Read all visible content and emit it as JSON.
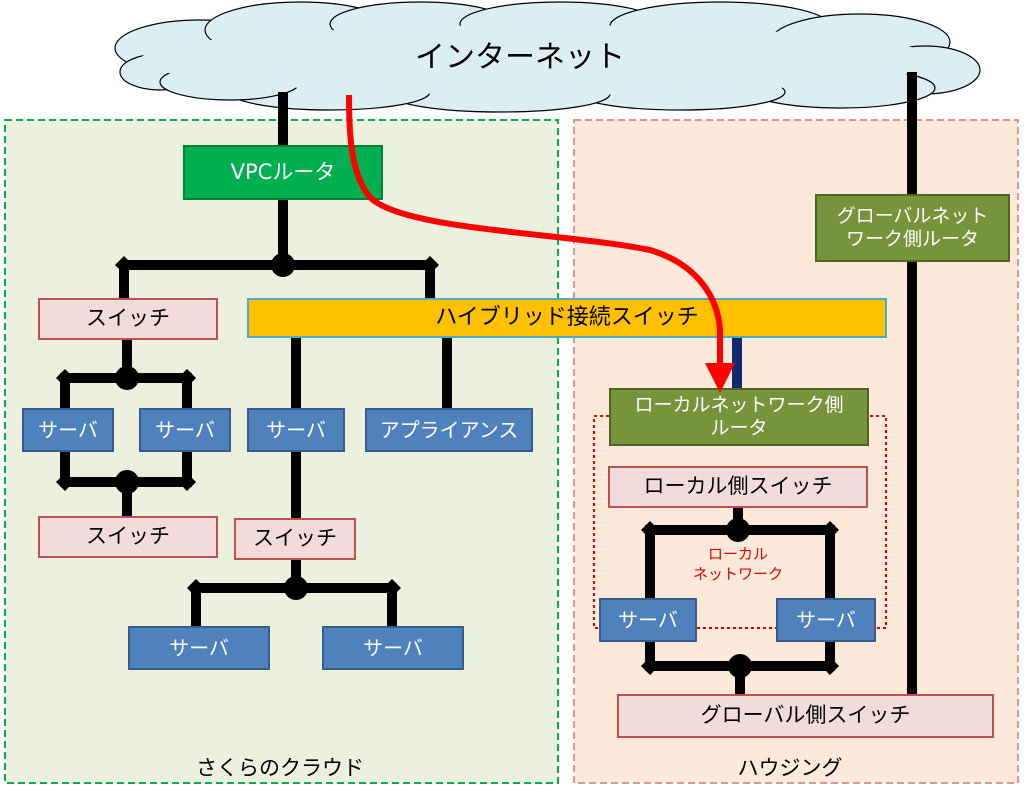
{
  "internet": {
    "label": "インターネット"
  },
  "regions": {
    "sakura": {
      "label": "さくらのクラウド"
    },
    "housing": {
      "label": "ハウジング"
    }
  },
  "sakura": {
    "vpc_router": "VPCルータ",
    "hybrid_switch": "ハイブリッド接続スイッチ",
    "switch_top": "スイッチ",
    "switch_bottom": "スイッチ",
    "switch_mid": "スイッチ",
    "server_left_1": "サーバ",
    "server_left_2": "サーバ",
    "server_mid": "サーバ",
    "appliance": "アプライアンス",
    "server_bottom_1": "サーバ",
    "server_bottom_2": "サーバ"
  },
  "housing": {
    "global_router": "グローバルネットワーク側ルータ",
    "global_router_lines": [
      "グローバルネット",
      "ワーク側ルータ"
    ],
    "local_router_lines": [
      "ローカルネットワーク側",
      "ルータ"
    ],
    "local_switch": "ローカル側スイッチ",
    "local_network_lines": [
      "ローカル",
      "ネットワーク"
    ],
    "server_1": "サーバ",
    "server_2": "サーバ",
    "global_switch": "グローバル側スイッチ"
  },
  "colors": {
    "sakura_bg": "#ebf1de",
    "sakura_border": "#00b050",
    "housing_bg": "#fde9d9",
    "housing_border": "#d99594",
    "cloud_fill": "#dbeef4",
    "cloud_stroke": "#000000",
    "path_red": "#ff0000",
    "link_navy": "#0f2a6e"
  }
}
